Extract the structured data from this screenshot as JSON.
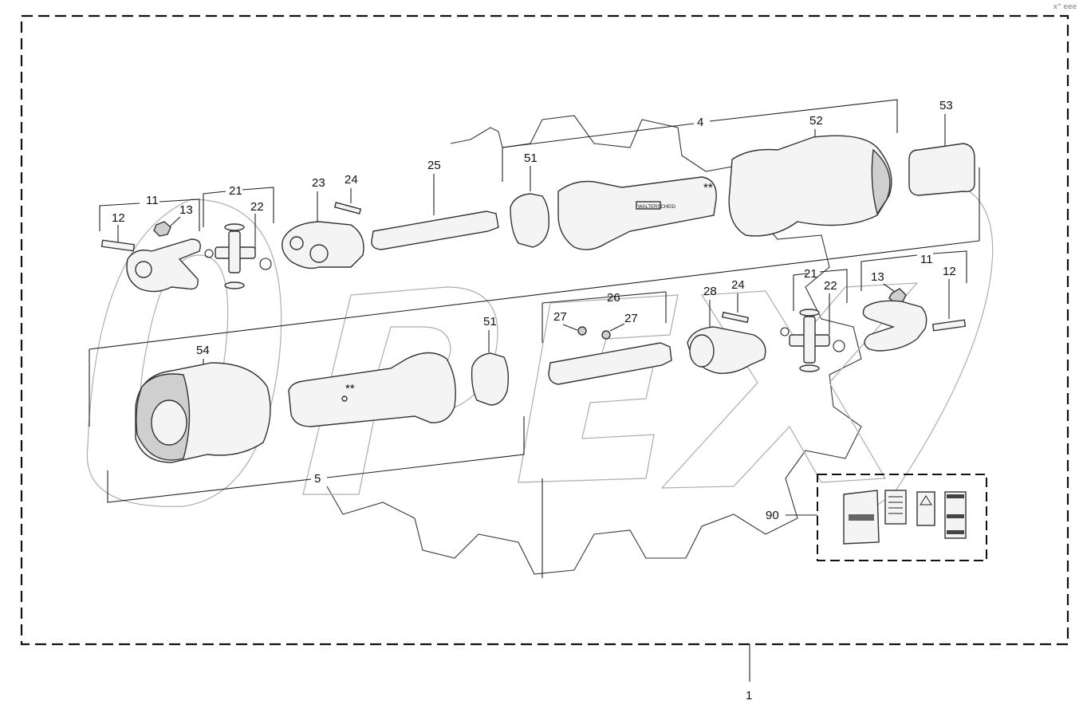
{
  "corner_mark": "x° eee",
  "watermark": {
    "text": "OPEX"
  },
  "labels": {
    "l1": "1",
    "l4": "4",
    "l5": "5",
    "l11a": "11",
    "l12a": "12",
    "l13a": "13",
    "l21a": "21",
    "l22a": "22",
    "l23": "23",
    "l24a": "24",
    "l25": "25",
    "l51a": "51",
    "l52": "52",
    "l53": "53",
    "l54": "54",
    "l51b": "51",
    "l26": "26",
    "l27a": "27",
    "l27b": "27",
    "l28": "28",
    "l24b": "24",
    "l21b": "21",
    "l22b": "22",
    "l13b": "13",
    "l11b": "11",
    "l12b": "12",
    "l90": "90",
    "star1": "**",
    "star2": "**"
  },
  "brand_small": "WALTERSCHEID"
}
